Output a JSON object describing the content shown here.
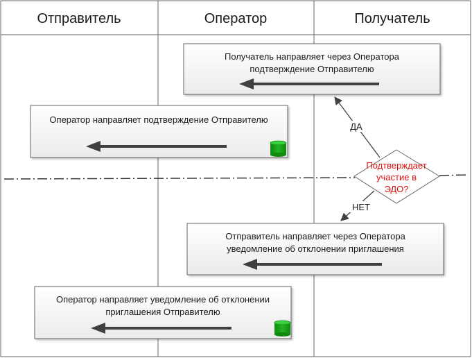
{
  "lanes": {
    "sender": "Отправитель",
    "operator": "Оператор",
    "recipient": "Получатель"
  },
  "boxes": {
    "b1": [
      "Получатель направляет через Оператора",
      "подтверждение Отправителю"
    ],
    "b2": [
      "Оператор направляет подтверждение Отправителю"
    ],
    "b3": [
      "Отправитель направляет через Оператора",
      "уведомление об отклонении приглашения"
    ],
    "b4": [
      "Оператор направляет уведомление об отклонении",
      "приглашения Отправителю"
    ]
  },
  "decision": [
    "Подтверждает",
    "участие в",
    "ЭДО?"
  ],
  "edges": {
    "yes": "ДА",
    "no": "НЕТ"
  },
  "colors": {
    "decision_text": "#e01010",
    "db_icon": "#1aa01a",
    "arrow": "#404040"
  },
  "icons": [
    "database-icon"
  ]
}
